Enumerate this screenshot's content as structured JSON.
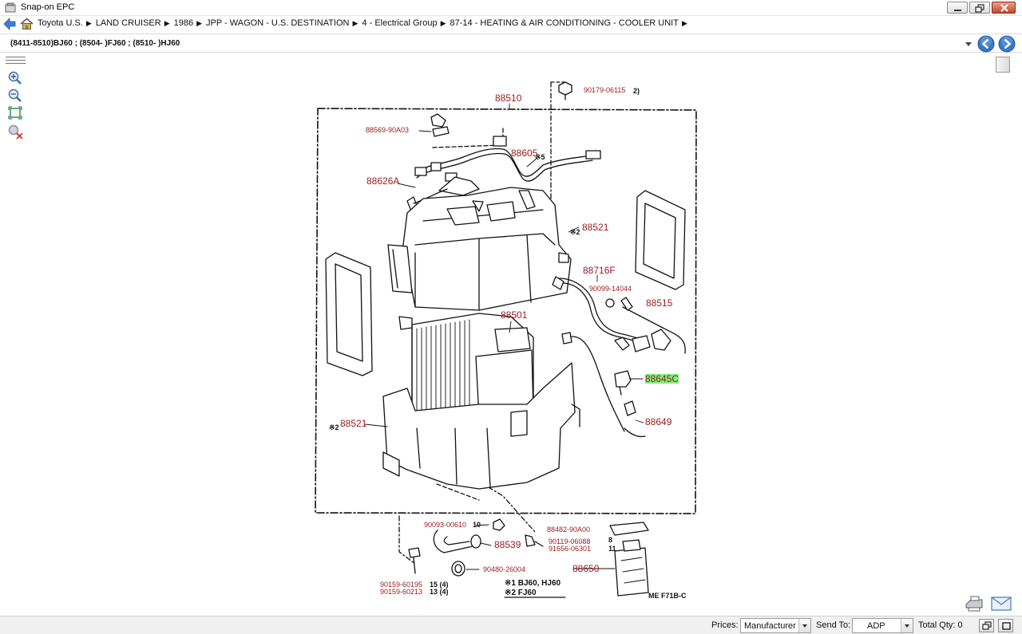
{
  "window": {
    "title": "Snap-on EPC"
  },
  "breadcrumb": {
    "items": [
      "Toyota U.S.",
      "LAND CRUISER",
      "1986",
      "JPP - WAGON - U.S. DESTINATION",
      "4 - Electrical Group",
      "87-14 - HEATING & AIR CONDITIONING - COOLER UNIT"
    ],
    "separator": "▶"
  },
  "variant": {
    "selected": "(8411-8510)BJ60 ; (8504- )FJ60 ; (8510- )HJ60"
  },
  "toolbar": {
    "icons": [
      "zoom-in-icon",
      "zoom-out-icon",
      "fit-to-window-icon",
      "clear-zoom-icon"
    ]
  },
  "diagram": {
    "callouts": [
      {
        "id": "c1",
        "text": "88510"
      },
      {
        "id": "c2",
        "text": "90179-06115"
      },
      {
        "id": "c3",
        "text": "88569-90A03"
      },
      {
        "id": "c4",
        "text": "88605"
      },
      {
        "id": "c5",
        "text": "88626A"
      },
      {
        "id": "c6",
        "text": "88521"
      },
      {
        "id": "c7",
        "text": "88716F"
      },
      {
        "id": "c8",
        "text": "90099-14044"
      },
      {
        "id": "c9",
        "text": "88515"
      },
      {
        "id": "c10",
        "text": "88501"
      },
      {
        "id": "c11",
        "text": "88645C"
      },
      {
        "id": "c12",
        "text": "88649"
      },
      {
        "id": "c13",
        "text": "88521"
      },
      {
        "id": "c14",
        "text": "90093-00610"
      },
      {
        "id": "c15",
        "text": "88482-90A00"
      },
      {
        "id": "c16",
        "text": "88539"
      },
      {
        "id": "c17",
        "text": "90119-06088"
      },
      {
        "id": "c18",
        "text": "91656-06301"
      },
      {
        "id": "c19",
        "text": "90480-26004"
      },
      {
        "id": "c20",
        "text": "88650"
      },
      {
        "id": "c21",
        "text": "90159-60195"
      },
      {
        "id": "c22",
        "text": "90159-60213"
      }
    ],
    "highlighted": "88645C",
    "marks": {
      "m1": "2)",
      "m2": "※5",
      "m3": "※2",
      "m4": "※2",
      "m5": "10",
      "m6": "8",
      "m7": "11",
      "m8": "15 (4)",
      "m9": "13 (4)",
      "legend1": "※1 BJ60, HJ60",
      "legend2": "※2 FJ60",
      "code": "ME  F71B-C"
    }
  },
  "status": {
    "prices_label": "Prices:",
    "prices_value": "Manufacturer",
    "send_to_label": "Send To:",
    "send_to_value": "ADP",
    "total_qty_label": "Total Qty: 0"
  },
  "colors": {
    "callout": "#9a1a1a",
    "highlight": "#7df07d",
    "nav_blue": "#2f6db5"
  }
}
